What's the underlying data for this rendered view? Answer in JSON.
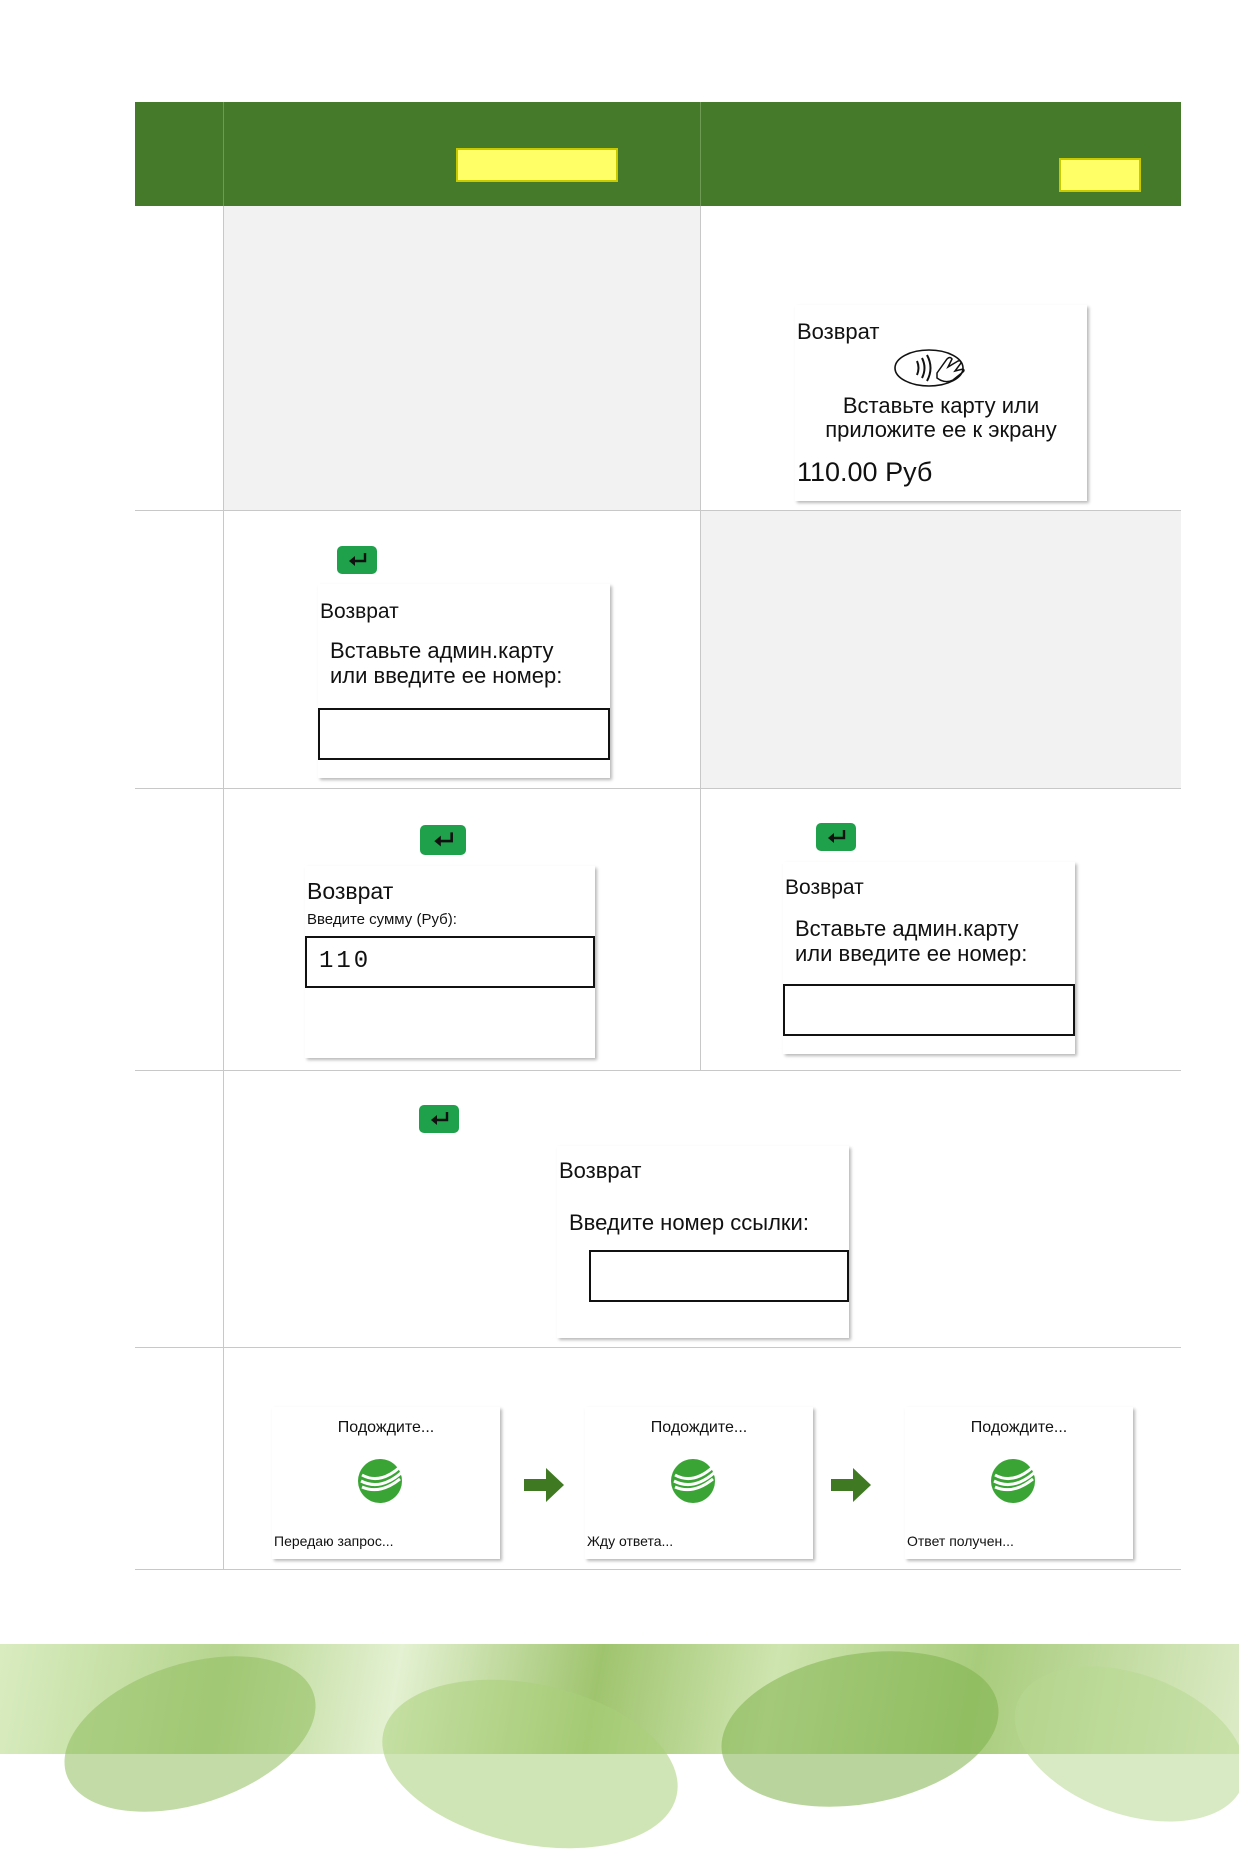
{
  "row1": {
    "screen": {
      "title": "Возврат",
      "prompt_line1": "Вставьте карту или",
      "prompt_line2": "приложите ее к экрану",
      "amount": "110.00 Руб",
      "icon": "contactless-icon"
    }
  },
  "row2": {
    "screen": {
      "title": "Возврат",
      "prompt_line1": "Вставьте админ.карту",
      "prompt_line2": "или введите ее номер:",
      "input_value": ""
    }
  },
  "row3": {
    "left_screen": {
      "title": "Возврат",
      "prompt": "Введите сумму (Руб):",
      "input_value": "110"
    },
    "right_screen": {
      "title": "Возврат",
      "prompt_line1": "Вставьте админ.карту",
      "prompt_line2": "или введите ее номер:",
      "input_value": ""
    }
  },
  "row4": {
    "screen": {
      "title": "Возврат",
      "prompt": "Введите номер ссылки:",
      "input_value": ""
    }
  },
  "row5": {
    "screens": [
      {
        "title": "Подождите...",
        "status": "Передаю запрос..."
      },
      {
        "title": "Подождите...",
        "status": "Жду ответа..."
      },
      {
        "title": "Подождите...",
        "status": "Ответ получен..."
      }
    ]
  },
  "colors": {
    "header_green": "#447a2a",
    "highlight_yellow": "#ffff66",
    "enter_key_green": "#1fa04a",
    "logo_green": "#3aa535",
    "arrow_green": "#3f7a22"
  },
  "icons": [
    "enter-key-icon",
    "contactless-icon",
    "sberbank-logo-icon",
    "right-arrow-icon"
  ]
}
